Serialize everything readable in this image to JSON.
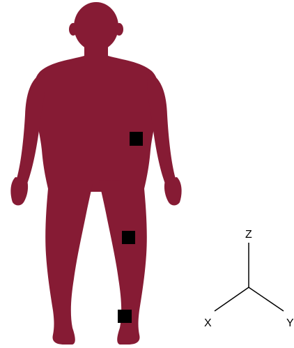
{
  "figure": {
    "body_color": "#861b34",
    "sensor_color": "#000000",
    "sensors": [
      {
        "name": "hip"
      },
      {
        "name": "knee"
      },
      {
        "name": "ankle"
      }
    ]
  },
  "axes": {
    "line_color": "#000000",
    "label_color": "#000000",
    "z_label": "Z",
    "x_label": "X",
    "y_label": "Y"
  }
}
